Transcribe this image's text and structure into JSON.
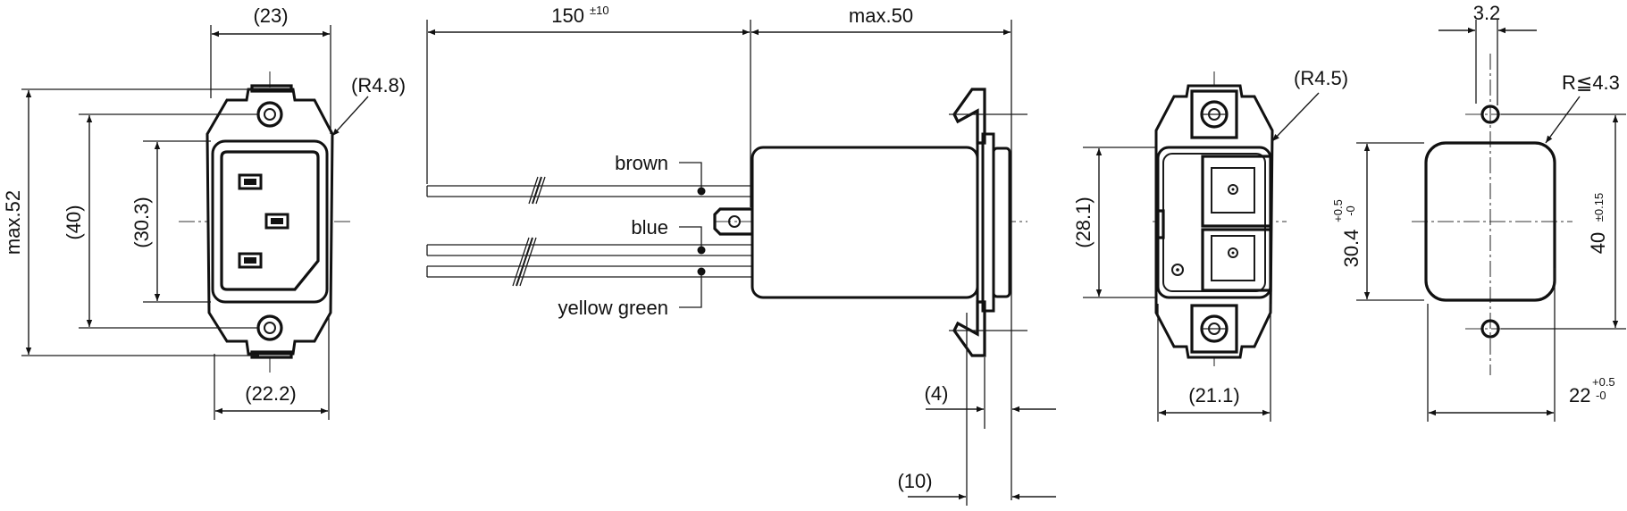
{
  "dims": {
    "front_width": "(23)",
    "front_height_max": "max.52",
    "front_hole_pitch": "(40)",
    "front_socket_height": "(30.3)",
    "front_body_width": "(22.2)",
    "front_radius": "(R4.8)",
    "lead_length": "150",
    "lead_length_tol": "±10",
    "body_length": "max.50",
    "flange_4": "(4)",
    "flange_10": "(10)",
    "rear_height": "(28.1)",
    "rear_width": "(21.1)",
    "rear_radius": "(R4.5)",
    "cut_hole_offset": "3.2",
    "cut_radius": "R≦4.3",
    "cut_height": "30.4",
    "cut_height_tol_plus": "+0.5",
    "cut_height_tol_minus": "-0",
    "cut_pitch": "40",
    "cut_pitch_tol": "±0.15",
    "cut_width": "22",
    "cut_width_tol_plus": "+0.5",
    "cut_width_tol_minus": "-0"
  },
  "wires": {
    "brown": "brown",
    "blue": "blue",
    "yellow_green": "yellow green"
  }
}
